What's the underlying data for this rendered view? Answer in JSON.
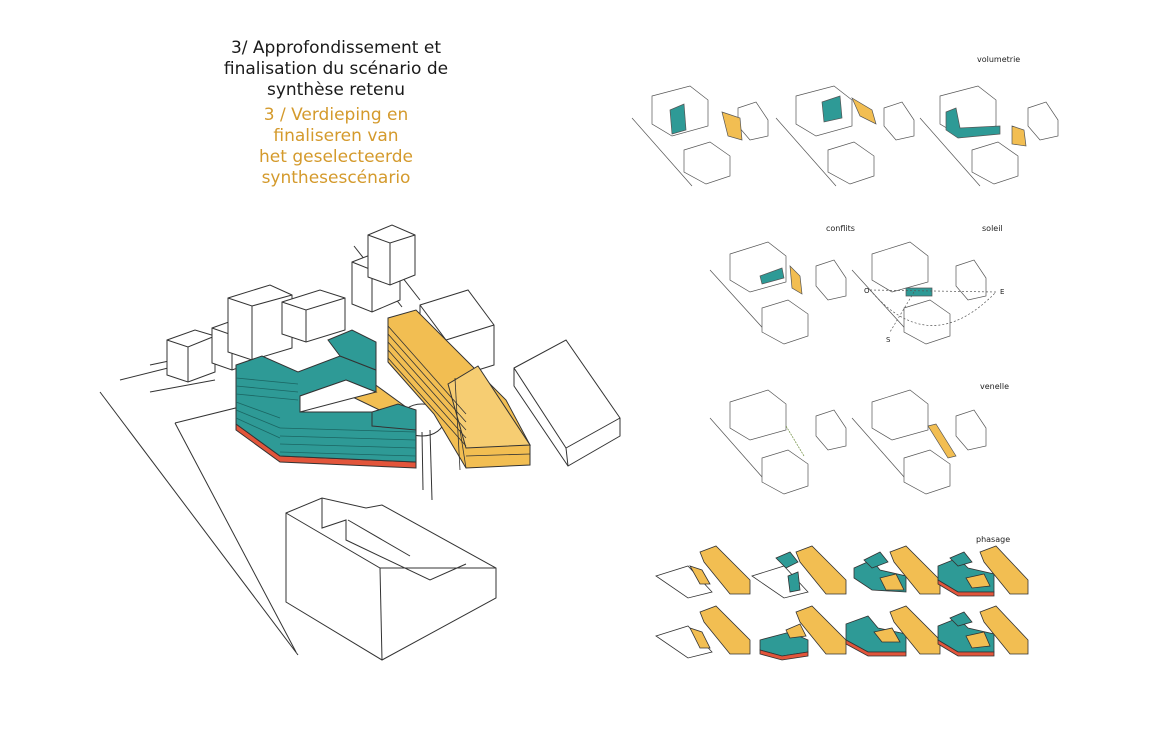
{
  "title_fr": {
    "line1": "3/ Approfondissement et",
    "line2": "finalisation du scénario de",
    "line3": "synthèse retenu"
  },
  "title_nl": {
    "line1": "3 / Verdieping en",
    "line2": "finaliseren van",
    "line3": "het geselecteerde",
    "line4": "synthesescénario"
  },
  "labels": {
    "volumetrie": "volumetrie",
    "conflits": "conflits",
    "soleil": "soleil",
    "venelle": "venelle",
    "phasage": "phasage"
  },
  "compass": {
    "west": "O",
    "east": "E",
    "south": "S"
  },
  "colors": {
    "teal": "#2e9a96",
    "orange": "#f2be52",
    "red": "#e2553b",
    "line": "#333333"
  }
}
